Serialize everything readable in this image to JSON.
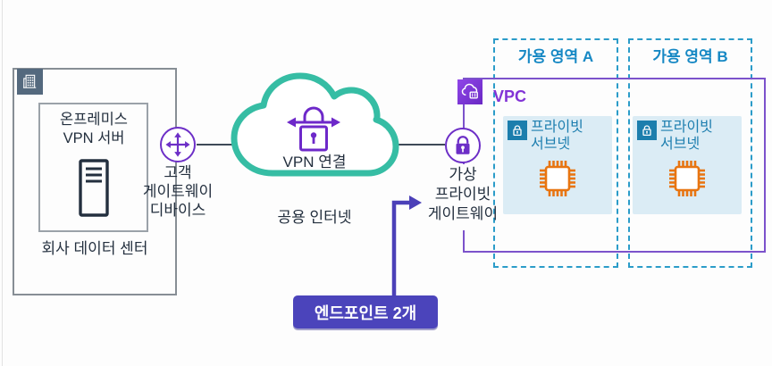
{
  "colors": {
    "cloud_stroke": "#36BDA4",
    "icon_purple": "#6D2FC7",
    "vpc_border": "#7C52CB",
    "vpc_label_purple": "#8233D6",
    "az_blue": "#1E93C8",
    "subnet_text_blue": "#1D7EAF",
    "subnet_fill": "#DBECF5",
    "chip_orange": "#E87511",
    "endpoint_indigo": "#4B44BB",
    "text_navy": "#232F3E"
  },
  "data_center": {
    "title": "회사 데이터 센터",
    "server_group_label": "온프레미스\nVPN 서버"
  },
  "customer_gateway": {
    "label": "고객\n게이트웨이\n디바이스"
  },
  "internet_cloud": {
    "vpn_connection_label": "VPN 연결",
    "caption": "공용 인터넷"
  },
  "virtual_private_gateway": {
    "label": "가상\n프라이빗\n게이트웨이"
  },
  "vpc": {
    "label": "VPC",
    "availability_zones": [
      {
        "label": "가용 영역 A"
      },
      {
        "label": "가용 영역 B"
      }
    ],
    "subnets": [
      {
        "label": "프라이빗\n서브넷"
      },
      {
        "label": "프라이빗\n서브넷"
      }
    ]
  },
  "endpoint_callout": {
    "label": "엔드포인트 2개"
  }
}
